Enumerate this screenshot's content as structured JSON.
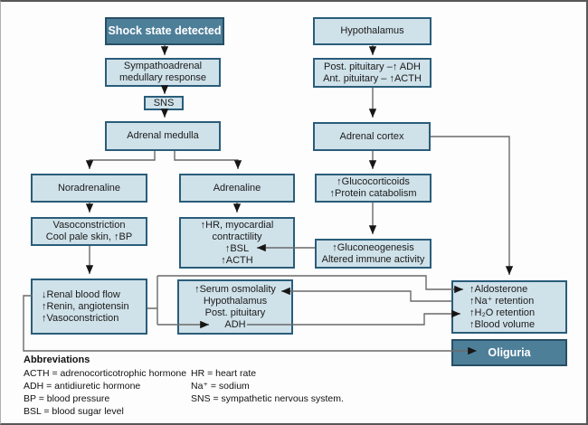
{
  "figure": {
    "type": "flowchart",
    "topic": "Shock state detected - sympathoadrenal and hormonal response"
  },
  "palette": {
    "dark_box_fill": "#4e7f99",
    "dark_box_border": "#274f66",
    "light_box_fill": "#cfe1e9",
    "light_box_border": "#2a5d7a",
    "line_color": "#6a6a6a",
    "arrowhead_color": "#161616",
    "text_color": "#1b1b1b"
  },
  "boxes": {
    "shock": {
      "label": "Shock state detected"
    },
    "sympathoadrenal": {
      "lines": [
        "Sympathoadrenal",
        "medullary response"
      ]
    },
    "sns": {
      "label": "SNS"
    },
    "adrenal_medulla": {
      "label": "Adrenal medulla"
    },
    "hypothalamus": {
      "label": "Hypothalamus"
    },
    "pituitary": {
      "lines": [
        "Post. pituitary –↑ ADH",
        "Ant. pituitary – ↑ACTH"
      ]
    },
    "adrenal_cortex": {
      "label": "Adrenal cortex"
    },
    "noradrenaline": {
      "label": "Noradrenaline"
    },
    "adrenaline": {
      "label": "Adrenaline"
    },
    "glucocorticoids": {
      "lines": [
        "↑Glucocorticoids",
        "↑Protein catabolism"
      ]
    },
    "vasoconstriction": {
      "lines": [
        "Vasoconstriction",
        "Cool pale skin, ↑BP"
      ]
    },
    "cardiac": {
      "lines": [
        "↑HR, myocardial",
        "contractility",
        "↑BSL",
        "↑ACTH"
      ]
    },
    "gluconeogenesis": {
      "lines": [
        "↑Gluconeogenesis",
        "Altered immune activity"
      ]
    },
    "renal": {
      "lines": [
        "↓Renal blood flow",
        "↑Renin, angiotensin",
        "↑Vasoconstriction"
      ]
    },
    "serum_osmolality": {
      "lines": [
        "↑Serum osmolality",
        "Hypothalamus",
        "Post. pituitary",
        "ADH"
      ]
    },
    "aldosterone": {
      "lines": [
        "↑Aldosterone",
        "↑Na⁺ retention",
        "↑H₂O retention",
        "↑Blood volume"
      ]
    },
    "oliguria": {
      "label": "Oliguria"
    }
  },
  "abbreviations": {
    "title": "Abbreviations",
    "col1": [
      "ACTH = adrenocorticotrophic hormone",
      "ADH = antidiuretic hormone",
      "BP = blood pressure",
      "BSL = blood sugar level"
    ],
    "col2": [
      "HR = heart rate",
      "Na⁺ = sodium",
      "SNS = sympathetic nervous system."
    ]
  }
}
